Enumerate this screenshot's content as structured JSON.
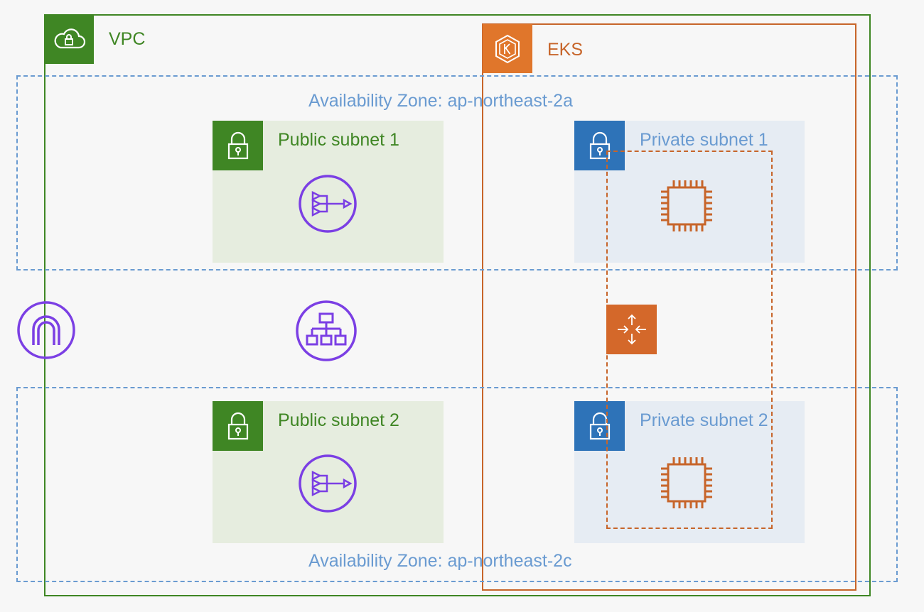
{
  "vpc": {
    "label": "VPC",
    "color": "#3f8624",
    "icon": "vpc-cloud-lock-icon"
  },
  "eks": {
    "label": "EKS",
    "color": "#c7652a",
    "badge_color": "#e0762b",
    "icon": "kubernetes-icon"
  },
  "availability_zones": [
    {
      "label": "Availability Zone: ap-northeast-2a",
      "color": "#6a9bd1"
    },
    {
      "label": "Availability Zone: ap-northeast-2c",
      "color": "#6a9bd1"
    }
  ],
  "subnets": {
    "public_1": {
      "label": "Public subnet 1",
      "color": "#3f8624",
      "fill": "#e6eddf"
    },
    "public_2": {
      "label": "Public subnet 2",
      "color": "#3f8624",
      "fill": "#e6eddf"
    },
    "private_1": {
      "label": "Private subnet 1",
      "color": "#6a9bd1",
      "fill": "#e6ecf3",
      "badge_color": "#2e73b8"
    },
    "private_2": {
      "label": "Private subnet 2",
      "color": "#6a9bd1",
      "fill": "#e6ecf3",
      "badge_color": "#2e73b8"
    }
  },
  "icons": {
    "nat_gateway": "nat-gateway-icon",
    "internet_gateway": "internet-gateway-icon",
    "load_balancer": "application-load-balancer-icon",
    "ec2": "ec2-chip-icon",
    "auto_scaling": "auto-scaling-icon",
    "purple": "#7b3fe4"
  }
}
